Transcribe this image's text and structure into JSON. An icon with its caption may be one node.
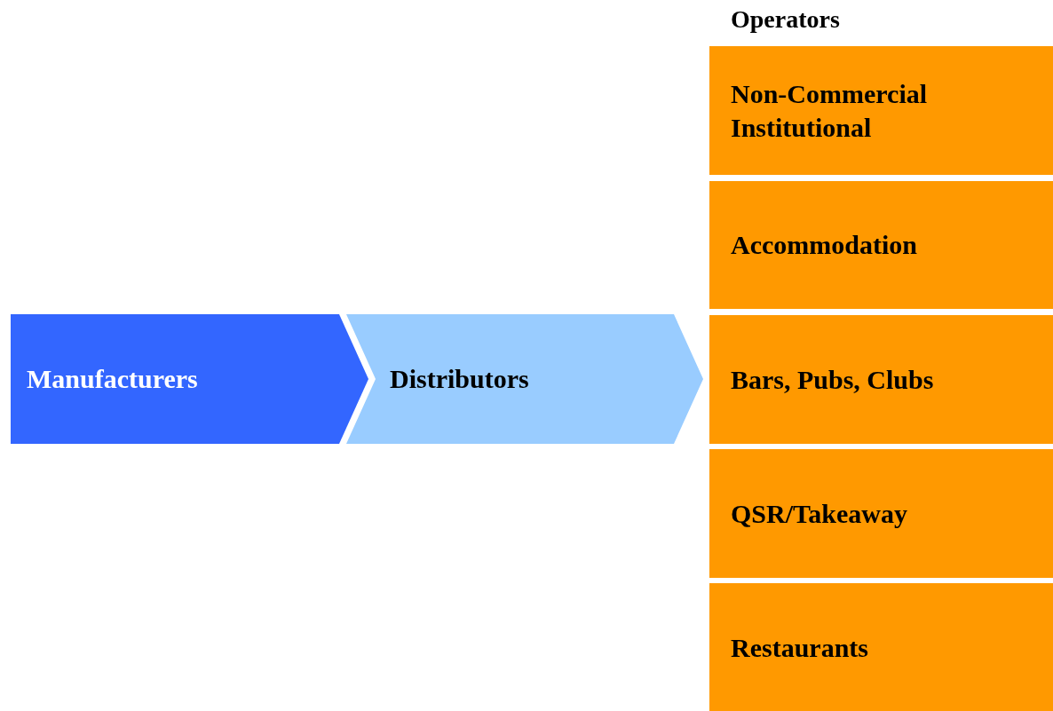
{
  "diagram": {
    "nodes": [
      {
        "text": [
          "Manufacturers"
        ]
      },
      {
        "text": [
          "Distributors"
        ]
      },
      {
        "text": [
          "Non-Commercial Institutional"
        ]
      },
      {
        "text": [
          "Accommodation"
        ]
      },
      {
        "text": [
          "Bars, Pubs, Clubs"
        ]
      },
      {
        "text": [
          "QSR/Takeaway"
        ]
      },
      {
        "text": [
          "Restaurants"
        ]
      }
    ],
    "labels": [
      "Operators"
    ]
  }
}
